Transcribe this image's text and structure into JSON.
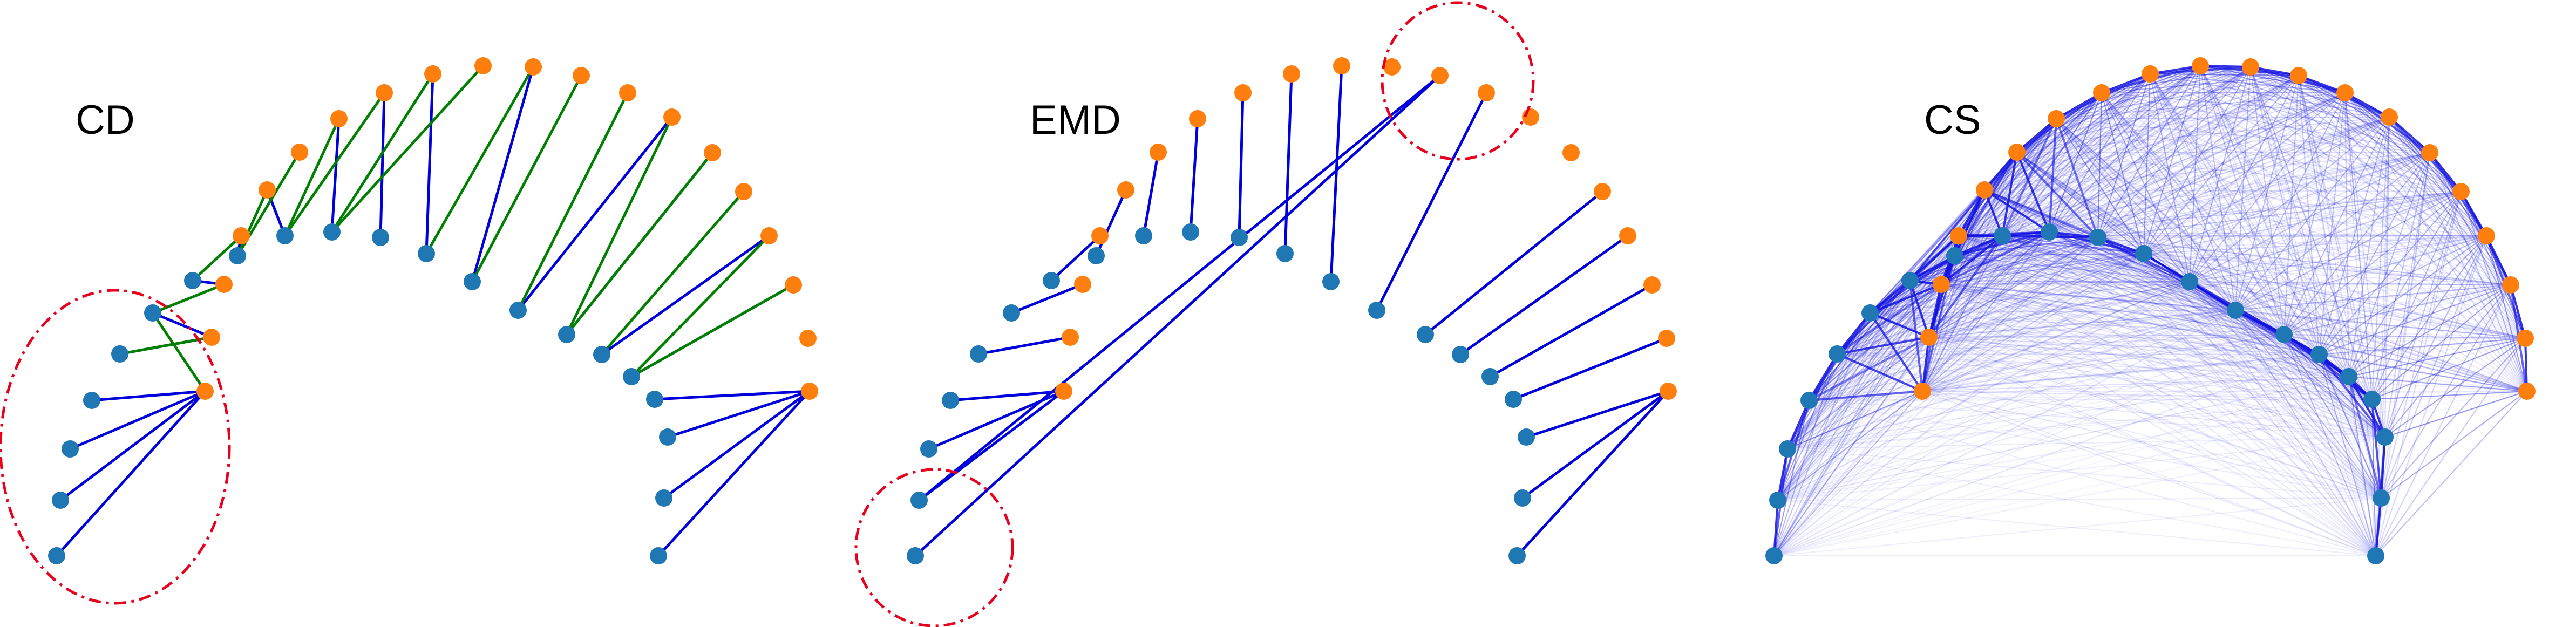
{
  "colors": {
    "source_point": "#1f77b4",
    "target_point": "#ff7f0e",
    "match_line": "#0000dd",
    "reverse_match_line": "#008000",
    "highlight_circle": "#e8001c",
    "cross_line": "#1010e0"
  },
  "panels": [
    {
      "id": "cd",
      "title": "CD",
      "lines": "cd"
    },
    {
      "id": "emd",
      "title": "EMD",
      "lines": "emd"
    },
    {
      "id": "cs",
      "title": "CS",
      "lines": "cs"
    }
  ]
}
